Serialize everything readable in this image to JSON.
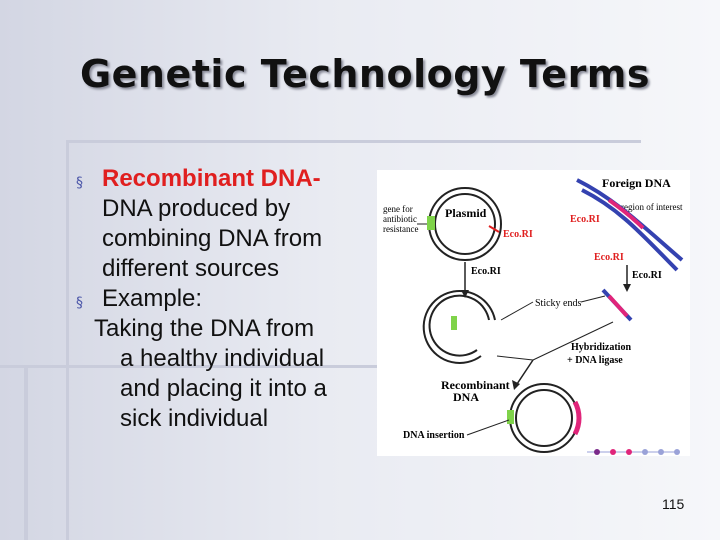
{
  "slide": {
    "title": "Genetic Technology Terms",
    "bullet1_term": "Recombinant DNA-",
    "bullet1_def": [
      "DNA produced by",
      "combining DNA from",
      "different sources"
    ],
    "bullet2_label": "Example:",
    "bullet2_text": [
      "Taking the DNA from",
      "a healthy individual",
      "and placing it into a",
      "sick individual"
    ],
    "page_number": "115",
    "bullet_icon": "square-bullet"
  },
  "figure": {
    "foreign_dna": "Foreign DNA",
    "region_of_interest": "region of interest",
    "gene_for": "gene for",
    "antibiotic": "antibiotic",
    "resistance": "resistance",
    "plasmid": "Plasmid",
    "ecori": "Eco.RI",
    "sticky_ends": "Sticky ends",
    "hybridization": "Hybridization",
    "dna_ligase": "+ DNA ligase",
    "recombinant": "Recombinant",
    "dna": "DNA",
    "dna_insertion": "DNA insertion"
  },
  "colors": {
    "red": "#e01f1f",
    "bullet": "#4a55a8",
    "pink": "#e0257a",
    "green": "#7fd34a",
    "blue": "#3442b0"
  }
}
